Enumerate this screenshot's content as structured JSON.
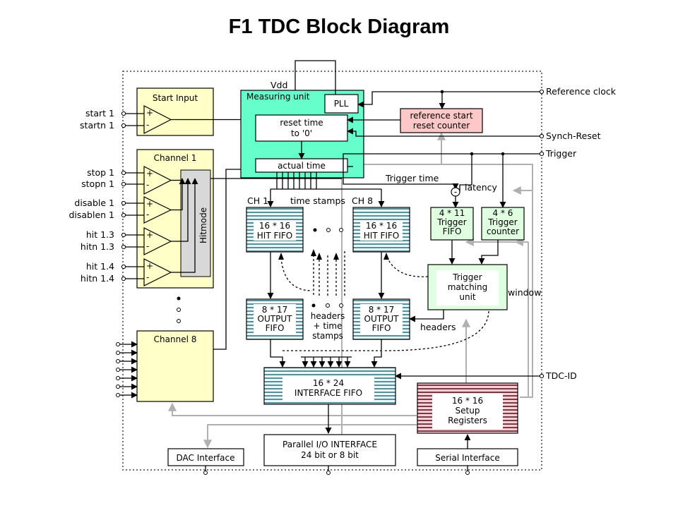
{
  "title": "F1 TDC Block Diagram",
  "colors": {
    "start_block": "#ffffc8",
    "measuring_unit": "#66ffcc",
    "reset_counter": "#ffc8c8",
    "trigger_block": "#e0ffe0",
    "fifo_fill": "#e8f8fc",
    "fifo_stripe": "#5a8f9a",
    "setup_fill": "#ffd0d8",
    "setup_stripe": "#7a3a44",
    "hitmode": "#d8d8d8",
    "gray_wire": "#b0b0b0"
  },
  "blocks": {
    "start_input": "Start Input",
    "channel_1": "Channel 1",
    "channel_8": "Channel 8",
    "hitmode": "Hitmode",
    "measuring_unit": "Measuring unit",
    "pll": "PLL",
    "reset_time": [
      "reset time",
      "to '0'"
    ],
    "actual_time": "actual time",
    "reference_start_reset_counter": [
      "reference start",
      "reset counter"
    ],
    "hit_fifo_ch1": [
      "16 * 16",
      "HIT FIFO"
    ],
    "hit_fifo_ch8": [
      "16 * 16",
      "HIT FIFO"
    ],
    "trigger_fifo": [
      "4 * 11",
      "Trigger",
      "FIFO"
    ],
    "trigger_counter": [
      "4 * 6",
      "Trigger",
      "counter"
    ],
    "trigger_matching_unit": [
      "Trigger",
      "matching",
      "unit"
    ],
    "output_fifo_1": [
      "8 * 17",
      "OUTPUT",
      "FIFO"
    ],
    "output_fifo_8": [
      "8 * 17",
      "OUTPUT",
      "FIFO"
    ],
    "headers_time_stamps": [
      "headers",
      "+ time",
      "stamps"
    ],
    "interface_fifo": [
      "16 * 24",
      "INTERFACE FIFO"
    ],
    "setup_registers": [
      "16 * 16",
      "Setup",
      "Registers"
    ],
    "dac_interface": "DAC Interface",
    "parallel_io": [
      "Parallel I/O INTERFACE",
      "24 bit or 8 bit"
    ],
    "serial_interface": "Serial Interface"
  },
  "labels": {
    "vdd": "Vdd",
    "ch1": "CH 1",
    "ch8": "CH 8",
    "time_stamps": "time stamps",
    "trigger_time": "Trigger time",
    "latency": "latency",
    "window": "window",
    "headers": "headers"
  },
  "pins_left": [
    "start 1",
    "startn 1",
    "stop 1",
    "stopn 1",
    "disable 1",
    "disablen 1",
    "hit 1.3",
    "hitn 1.3",
    "hit 1.4",
    "hitn 1.4"
  ],
  "pins_right": [
    "Reference clock",
    "Synch-Reset",
    "Trigger",
    "TDC-ID"
  ]
}
